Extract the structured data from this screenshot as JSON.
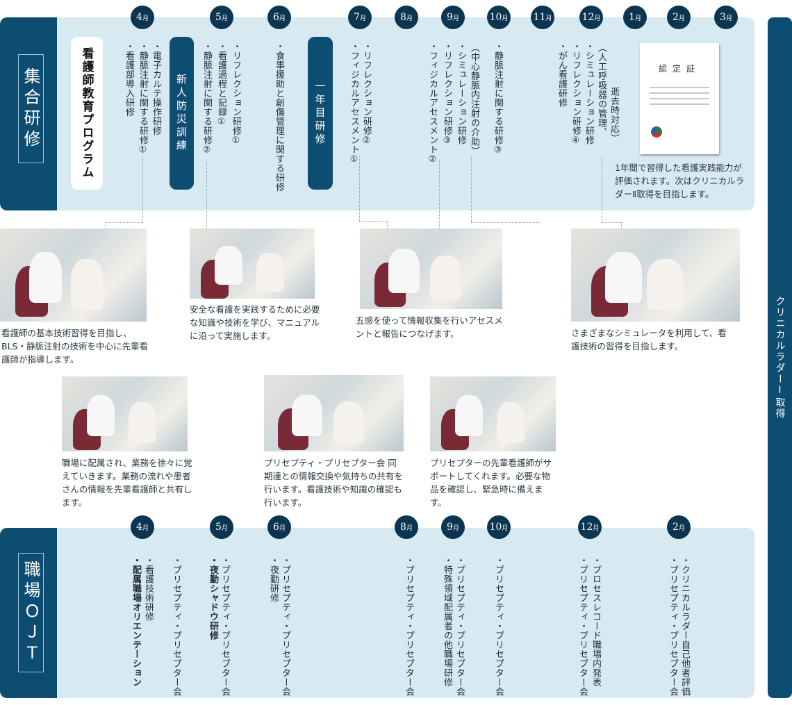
{
  "top": {
    "section_label": "集合研修",
    "months": [
      "4",
      "5",
      "6",
      "7",
      "8",
      "9",
      "10",
      "11",
      "12",
      "1",
      "2",
      "3"
    ],
    "month_suffix": "月",
    "pills": {
      "program": "看護師教育プログラム",
      "disaster": "新人防災訓練",
      "first_year": "一年目研修"
    },
    "apr": [
      "・電子カルテ操作研修",
      "・静脈注射に関する研修①",
      "・看護部導入研修"
    ],
    "may": [
      "・リフレクション研修①",
      "・看護過程と記録①",
      "・静脈注射に関する研修②"
    ],
    "jun": [
      "・食事援助と創傷管理に関する研修"
    ],
    "jul": [
      "・リフレクション研修②",
      "・フィジカルアセスメント①"
    ],
    "sep": [
      "（中心静脈内注射の介助）",
      "・シミュレーション研修",
      "・リフレクション研修③",
      "・フィジカルアセスメント②"
    ],
    "oct": [
      "・静脈注射に関する研修③"
    ],
    "dec": [
      "逝去時対応）",
      "（人工呼吸器の管理、",
      "・シミュレーション研修",
      "・リフレクション研修④",
      "・がん看護研修"
    ],
    "certificate": {
      "title": "認定証",
      "caption": "1年間で習得した看護実践能力が評価されます。次はクリニカルラダーⅡ取得を目指します。"
    }
  },
  "photos": [
    {
      "caption": "看護師の基本技術習得を目指し、BLS・静脈注射の技術を中心に先輩看護師が指導します。"
    },
    {
      "caption": "安全な看護を実践するために必要な知識や技術を学び、マニュアルに沿って実施します。"
    },
    {
      "caption": "五感を使って情報収集を行いアセスメントと報告につなげます。"
    },
    {
      "caption": "さまざまなシミュレータを利用して、看護技術の習得を目指します。"
    },
    {
      "caption": "職場に配属され、業務を徐々に覚えていきます。業務の流れや患者さんの情報を先輩看護師と共有します。"
    },
    {
      "caption": "プリセプティ・プリセプター会 同期達との情報交換や気持ちの共有を行います。看護技術や知識の確認も行います。"
    },
    {
      "caption": "プリセプターの先輩看護師がサポートしてくれます。必要な物品を確認し、緊急時に備えます。"
    }
  ],
  "right_bar": "クリニカルラダーⅠ取得",
  "bottom": {
    "section_label": "職場ＯＪＴ",
    "months": [
      "4",
      "5",
      "6",
      "8",
      "9",
      "10",
      "12",
      "2"
    ],
    "apr": [
      "・看護技術研修",
      "・配属職場オリエンテーション",
      "・プリセプティ・プリセプター会"
    ],
    "may": [
      "・プリセプティ・プリセプター会",
      "・夜勤シャドウ研修"
    ],
    "jun": [
      "・プリセプティ・プリセプター会",
      "・夜勤研修"
    ],
    "aug": [
      "・プリセプティ・プリセプター会"
    ],
    "sep": [
      "・プリセプティ・プリセプター会",
      "・特殊領域配属者の他職場研修"
    ],
    "oct": [
      "・プリセプティ・プリセプター会"
    ],
    "dec": [
      "・プロセスレコード職場内発表",
      "・プリセプティ・プリセプター会"
    ],
    "feb": [
      "・クリニカルラダー自己他者評価",
      "・プリセプティ・プリセプター会"
    ]
  }
}
